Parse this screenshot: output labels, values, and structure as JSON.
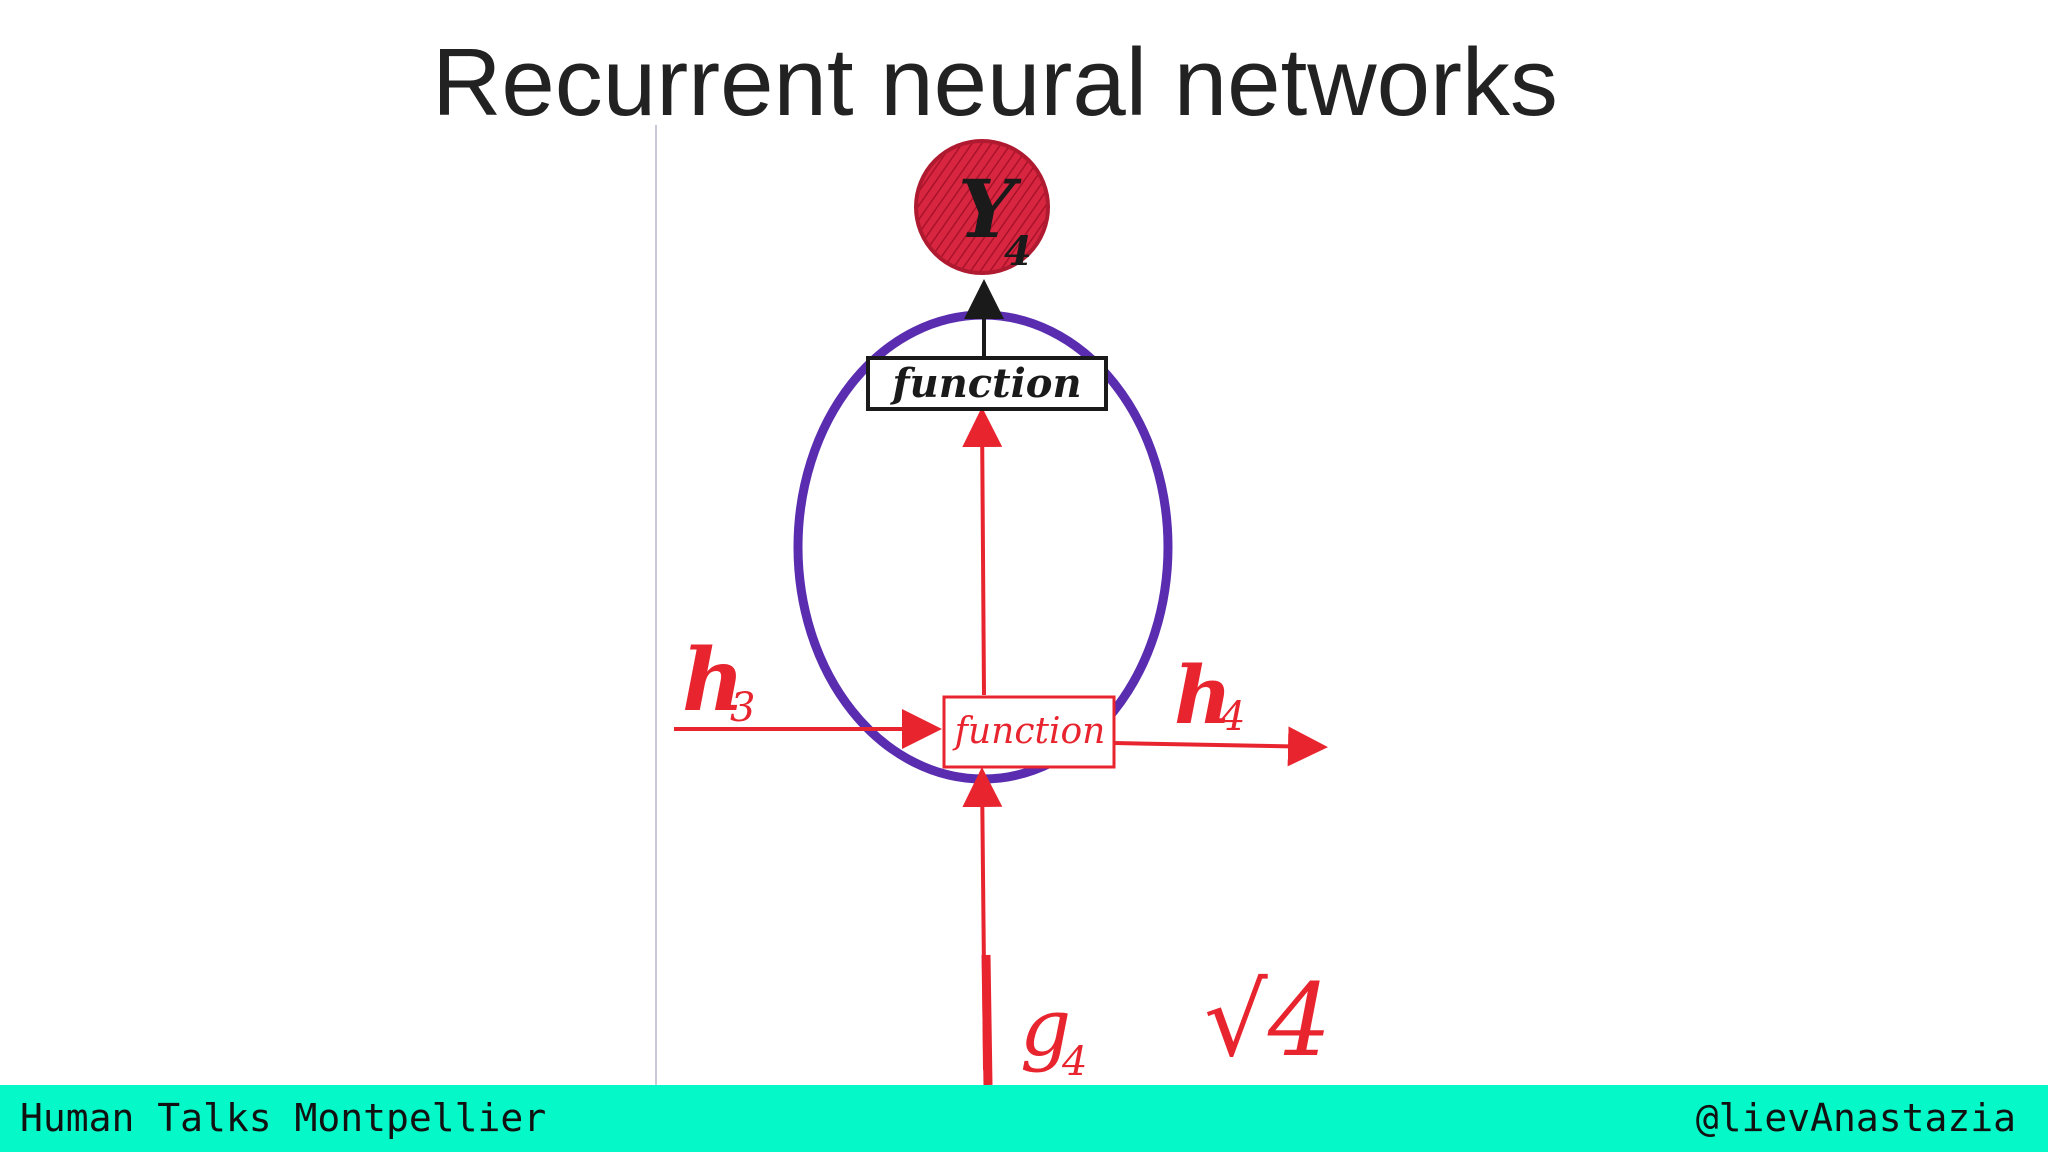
{
  "slide": {
    "title": "Recurrent neural networks"
  },
  "diagram": {
    "output_label": "Y",
    "output_subscript": "4",
    "top_box_label": "function",
    "center_box_label": "function",
    "input_left_label": "h",
    "input_left_subscript": "3",
    "output_right_label": "h",
    "output_right_subscript": "4",
    "input_bottom_label": "g",
    "input_bottom_subscript": "4",
    "corner_note": "√4",
    "colors": {
      "arrow": "#e8242f",
      "cell_ring": "#5a2db0",
      "output_node": "#d92640",
      "ink": "#1a1a1a"
    }
  },
  "footer": {
    "event_name": "Human Talks Montpellier",
    "handle": "@lievAnastazia",
    "background_color": "#05f8c7"
  }
}
